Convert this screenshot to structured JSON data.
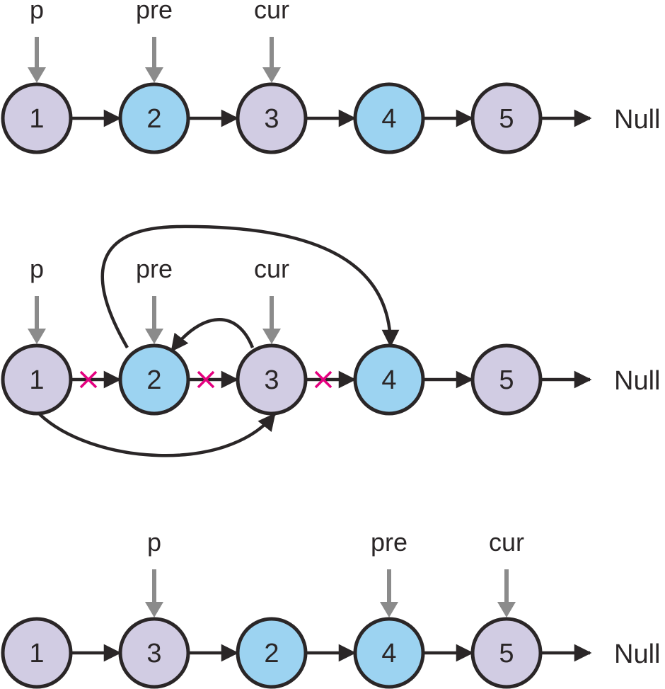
{
  "colors": {
    "purple_node": "#d1cce3",
    "blue_node": "#9cd3f1",
    "outline": "#2a2627",
    "pointer": "#8b8b8b",
    "cut": "#e4007f"
  },
  "rows": [
    {
      "nodes": [
        {
          "label": "1",
          "color": "purple"
        },
        {
          "label": "2",
          "color": "blue"
        },
        {
          "label": "3",
          "color": "purple"
        },
        {
          "label": "4",
          "color": "blue"
        },
        {
          "label": "5",
          "color": "purple"
        }
      ],
      "pointers": [
        {
          "label": "p",
          "node": 0
        },
        {
          "label": "pre",
          "node": 1
        },
        {
          "label": "cur",
          "node": 2
        }
      ],
      "tail": "Null"
    },
    {
      "nodes": [
        {
          "label": "1",
          "color": "purple"
        },
        {
          "label": "2",
          "color": "blue"
        },
        {
          "label": "3",
          "color": "purple"
        },
        {
          "label": "4",
          "color": "blue"
        },
        {
          "label": "5",
          "color": "purple"
        }
      ],
      "pointers": [
        {
          "label": "p",
          "node": 0
        },
        {
          "label": "pre",
          "node": 1
        },
        {
          "label": "cur",
          "node": 2
        }
      ],
      "tail": "Null",
      "cut_links": [
        0,
        1,
        2
      ],
      "new_links": [
        {
          "from": 0,
          "to": 2
        },
        {
          "from": 2,
          "to": 1
        },
        {
          "from": 1,
          "to": 3
        }
      ]
    },
    {
      "nodes": [
        {
          "label": "1",
          "color": "purple"
        },
        {
          "label": "3",
          "color": "purple"
        },
        {
          "label": "2",
          "color": "blue"
        },
        {
          "label": "4",
          "color": "blue"
        },
        {
          "label": "5",
          "color": "purple"
        }
      ],
      "pointers": [
        {
          "label": "p",
          "node": 1
        },
        {
          "label": "pre",
          "node": 3
        },
        {
          "label": "cur",
          "node": 4
        }
      ],
      "tail": "Null"
    }
  ]
}
